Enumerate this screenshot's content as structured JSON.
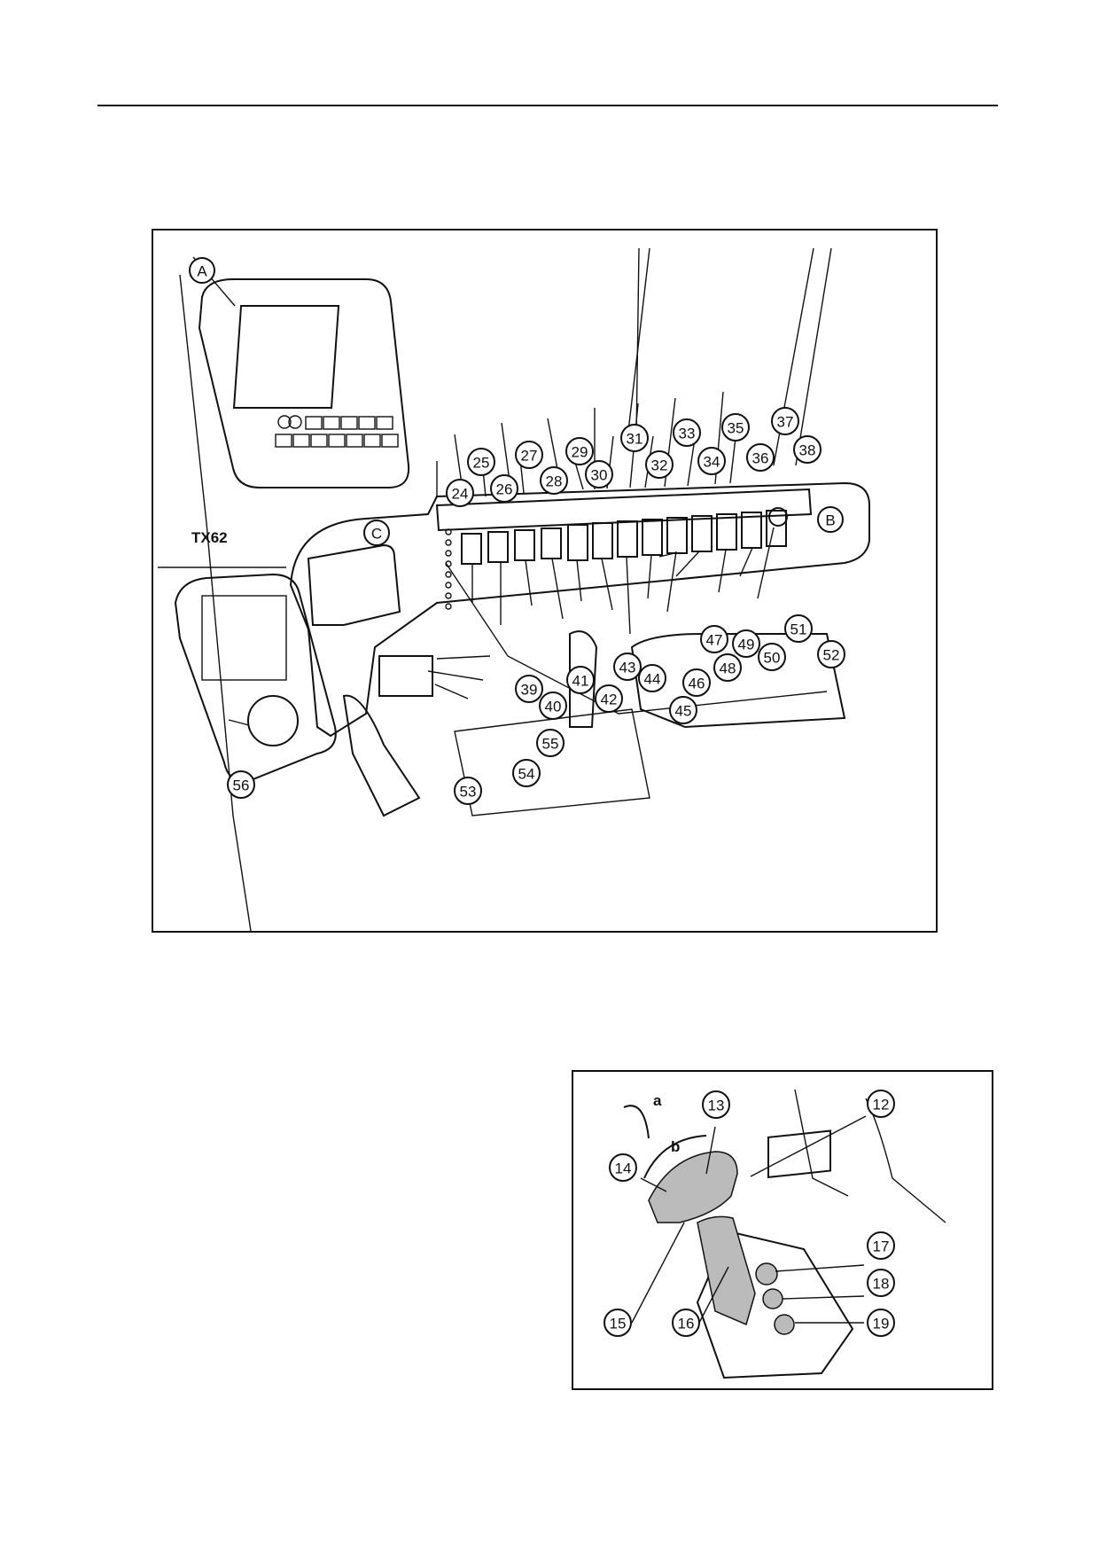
{
  "figure1": {
    "model_label": "TX62",
    "letter_callouts": [
      "A",
      "B",
      "C"
    ],
    "number_callouts": [
      "24",
      "25",
      "26",
      "27",
      "28",
      "29",
      "30",
      "31",
      "32",
      "33",
      "34",
      "35",
      "36",
      "37",
      "38",
      "39",
      "40",
      "41",
      "42",
      "43",
      "44",
      "45",
      "46",
      "47",
      "48",
      "49",
      "50",
      "51",
      "52",
      "53",
      "54",
      "55",
      "56"
    ]
  },
  "figure2": {
    "direction_labels": [
      "a",
      "b"
    ],
    "number_callouts": [
      "12",
      "13",
      "14",
      "15",
      "16",
      "17",
      "18",
      "19"
    ]
  }
}
